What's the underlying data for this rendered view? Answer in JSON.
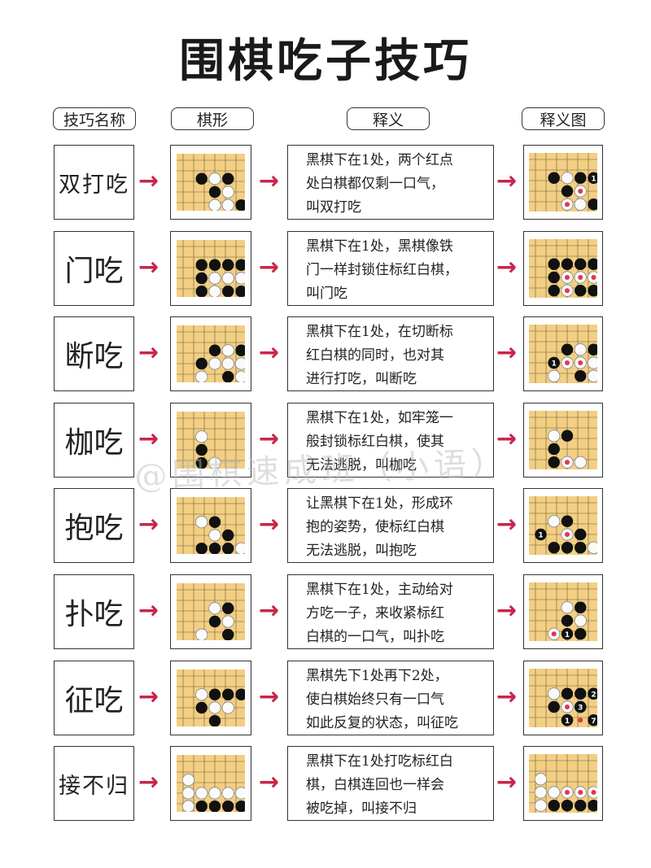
{
  "title": "围棋吃子技巧",
  "headers": {
    "name": "技巧名称",
    "shape": "棋形",
    "meaning": "释义",
    "figure": "释义图"
  },
  "watermark": "@围棋速成班（小语）",
  "colors": {
    "arrow": "#c8264a",
    "board": "#f2cf83",
    "marker": "#e8334a"
  },
  "rows": [
    {
      "name": "双打吃",
      "desc": [
        "黑棋下在1处，两个红点",
        "处白棋都仅剩一口气，",
        "叫双打吃"
      ]
    },
    {
      "name": "门吃",
      "desc": [
        "黑棋下在1处，黑棋像铁",
        "门一样封锁住标红白棋，",
        "叫门吃"
      ]
    },
    {
      "name": "断吃",
      "desc": [
        "黑棋下在1处，在切断标",
        "红白棋的同时，也对其",
        "进行打吃，叫断吃"
      ]
    },
    {
      "name": "枷吃",
      "desc": [
        "黑棋下在1处，如牢笼一",
        "般封锁标红白棋，使其",
        "无法逃脱，叫枷吃"
      ]
    },
    {
      "name": "抱吃",
      "desc": [
        "让黑棋下在1处，形成环",
        "抱的姿势，使标红白棋",
        "无法逃脱，叫抱吃"
      ]
    },
    {
      "name": "扑吃",
      "desc": [
        "黑棋下在1处，主动给对",
        "方吃一子，来收紧标红",
        "白棋的一口气，叫扑吃"
      ]
    },
    {
      "name": "征吃",
      "desc": [
        "黑棋先下1处再下2处，",
        "使白棋始终只有一口气",
        "如此反复的状态，叫征吃"
      ]
    },
    {
      "name": "接不归",
      "desc": [
        "黑棋下在1处打吃标红白",
        "棋，白棋连回也一样会",
        "被吃掉，叫接不归"
      ]
    }
  ],
  "boards": [
    {
      "shape": {
        "b": [
          [
            1,
            1
          ],
          [
            3,
            1
          ],
          [
            4,
            3
          ],
          [
            2,
            2
          ]
        ],
        "w": [
          [
            2,
            1
          ],
          [
            3,
            2
          ],
          [
            5,
            4
          ],
          [
            3,
            3
          ],
          [
            2,
            3
          ]
        ]
      },
      "figure": {
        "b": [
          [
            1,
            1
          ],
          [
            3,
            1
          ],
          [
            4,
            3
          ],
          [
            2,
            2
          ]
        ],
        "w": [
          [
            2,
            1
          ],
          [
            3,
            2
          ],
          [
            5,
            4
          ],
          [
            3,
            3
          ],
          [
            2,
            3
          ]
        ],
        "num": [
          [
            4,
            1,
            "1"
          ]
        ],
        "red": [
          [
            3,
            2
          ],
          [
            2,
            3
          ]
        ]
      }
    },
    {
      "shape": {
        "b": [
          [
            1,
            1
          ],
          [
            2,
            1
          ],
          [
            3,
            1
          ],
          [
            4,
            1
          ],
          [
            5,
            1
          ],
          [
            6,
            1
          ],
          [
            1,
            2
          ],
          [
            1,
            3
          ],
          [
            1,
            4
          ],
          [
            3,
            3
          ],
          [
            4,
            3
          ],
          [
            6,
            2
          ],
          [
            6,
            3
          ]
        ],
        "w": [
          [
            2,
            2
          ],
          [
            3,
            2
          ],
          [
            4,
            2
          ],
          [
            5,
            2
          ],
          [
            2,
            3
          ],
          [
            5,
            3
          ],
          [
            2,
            4
          ],
          [
            4,
            4
          ],
          [
            5,
            4
          ]
        ]
      },
      "figure": {
        "b": [
          [
            1,
            1
          ],
          [
            2,
            1
          ],
          [
            3,
            1
          ],
          [
            4,
            1
          ],
          [
            5,
            1
          ],
          [
            6,
            1
          ],
          [
            1,
            2
          ],
          [
            1,
            3
          ],
          [
            1,
            4
          ],
          [
            3,
            3
          ],
          [
            4,
            3
          ],
          [
            6,
            2
          ],
          [
            6,
            3
          ]
        ],
        "w": [
          [
            2,
            2
          ],
          [
            3,
            2
          ],
          [
            4,
            2
          ],
          [
            5,
            2
          ],
          [
            2,
            3
          ],
          [
            5,
            3
          ],
          [
            2,
            4
          ],
          [
            4,
            4
          ],
          [
            5,
            4
          ]
        ],
        "num": [
          [
            3,
            4,
            "1"
          ]
        ],
        "red": [
          [
            2,
            2
          ],
          [
            3,
            2
          ],
          [
            4,
            2
          ],
          [
            2,
            3
          ]
        ]
      }
    },
    {
      "shape": {
        "b": [
          [
            2,
            1
          ],
          [
            4,
            1
          ],
          [
            5,
            2
          ],
          [
            1,
            2
          ],
          [
            3,
            3
          ],
          [
            2,
            4
          ],
          [
            4,
            4
          ],
          [
            5,
            4
          ]
        ],
        "w": [
          [
            3,
            1
          ],
          [
            2,
            2
          ],
          [
            3,
            2
          ],
          [
            4,
            2
          ],
          [
            1,
            3
          ],
          [
            4,
            3
          ],
          [
            1,
            4
          ],
          [
            3,
            4
          ]
        ]
      },
      "figure": {
        "b": [
          [
            2,
            1
          ],
          [
            4,
            1
          ],
          [
            5,
            2
          ],
          [
            1,
            2
          ],
          [
            3,
            3
          ],
          [
            2,
            4
          ],
          [
            4,
            4
          ],
          [
            5,
            4
          ]
        ],
        "w": [
          [
            3,
            1
          ],
          [
            2,
            2
          ],
          [
            3,
            2
          ],
          [
            4,
            2
          ],
          [
            1,
            3
          ],
          [
            4,
            3
          ],
          [
            1,
            4
          ],
          [
            3,
            4
          ]
        ],
        "num": [
          [
            1,
            2,
            "1"
          ]
        ],
        "red": [
          [
            2,
            2
          ],
          [
            3,
            2
          ]
        ]
      }
    },
    {
      "shape": {
        "b": [
          [
            1,
            2
          ],
          [
            1,
            3
          ],
          [
            2,
            4
          ],
          [
            3,
            4
          ]
        ],
        "w": [
          [
            1,
            1
          ],
          [
            2,
            3
          ],
          [
            5,
            1
          ]
        ]
      },
      "figure": {
        "b": [
          [
            1,
            2
          ],
          [
            1,
            3
          ],
          [
            2,
            4
          ],
          [
            3,
            4
          ],
          [
            2,
            1
          ]
        ],
        "w": [
          [
            1,
            1
          ],
          [
            2,
            3
          ],
          [
            3,
            3
          ],
          [
            5,
            1
          ]
        ],
        "num": [],
        "red": [
          [
            2,
            3
          ]
        ]
      }
    },
    {
      "shape": {
        "b": [
          [
            2,
            1
          ],
          [
            3,
            2
          ],
          [
            2,
            3
          ],
          [
            3,
            3
          ],
          [
            1,
            3
          ],
          [
            2,
            4
          ]
        ],
        "w": [
          [
            1,
            1
          ],
          [
            2,
            2
          ],
          [
            4,
            3
          ],
          [
            4,
            4
          ]
        ]
      },
      "figure": {
        "b": [
          [
            2,
            1
          ],
          [
            3,
            2
          ],
          [
            2,
            3
          ],
          [
            3,
            3
          ],
          [
            1,
            3
          ],
          [
            2,
            4
          ]
        ],
        "w": [
          [
            1,
            1
          ],
          [
            2,
            2
          ],
          [
            4,
            3
          ],
          [
            4,
            4
          ],
          [
            5,
            5
          ]
        ],
        "num": [
          [
            0,
            2,
            "1"
          ]
        ],
        "red": [
          [
            2,
            2
          ]
        ]
      }
    },
    {
      "shape": {
        "b": [
          [
            3,
            1
          ],
          [
            2,
            2
          ],
          [
            3,
            3
          ],
          [
            3,
            4
          ]
        ],
        "w": [
          [
            2,
            1
          ],
          [
            3,
            2
          ],
          [
            1,
            3
          ],
          [
            2,
            4
          ],
          [
            1,
            4
          ]
        ]
      },
      "figure": {
        "b": [
          [
            3,
            1
          ],
          [
            2,
            2
          ],
          [
            3,
            3
          ],
          [
            3,
            4
          ]
        ],
        "w": [
          [
            2,
            1
          ],
          [
            3,
            2
          ],
          [
            1,
            3
          ],
          [
            2,
            4
          ],
          [
            1,
            4
          ]
        ],
        "num": [
          [
            2,
            3,
            "1"
          ]
        ],
        "red": [
          [
            1,
            3
          ],
          [
            2,
            4
          ]
        ]
      }
    },
    {
      "shape": {
        "b": [
          [
            2,
            1
          ],
          [
            3,
            1
          ],
          [
            4,
            1
          ],
          [
            1,
            2
          ],
          [
            2,
            3
          ]
        ],
        "w": [
          [
            1,
            1
          ],
          [
            2,
            2
          ],
          [
            3,
            2
          ]
        ]
      },
      "figure": {
        "b": [
          [
            2,
            1
          ],
          [
            3,
            1
          ],
          [
            4,
            1
          ],
          [
            1,
            2
          ],
          [
            2,
            3
          ]
        ],
        "w": [
          [
            1,
            1
          ],
          [
            2,
            2
          ],
          [
            3,
            2
          ]
        ],
        "num": [
          [
            3,
            2,
            "3"
          ],
          [
            4,
            3,
            "7"
          ],
          [
            2,
            3,
            "1"
          ],
          [
            4,
            1,
            "2"
          ],
          [
            3,
            4,
            "5"
          ]
        ],
        "red": [
          [
            2,
            2
          ],
          [
            3,
            3
          ]
        ]
      }
    },
    {
      "shape": {
        "b": [
          [
            1,
            3
          ],
          [
            2,
            3
          ],
          [
            3,
            3
          ],
          [
            4,
            3
          ],
          [
            5,
            3
          ],
          [
            6,
            3
          ],
          [
            1,
            4
          ],
          [
            6,
            2
          ]
        ],
        "w": [
          [
            0,
            1
          ],
          [
            0,
            2
          ],
          [
            1,
            2
          ],
          [
            2,
            2
          ],
          [
            3,
            2
          ],
          [
            4,
            2
          ],
          [
            5,
            2
          ],
          [
            0,
            3
          ],
          [
            0,
            4
          ]
        ]
      },
      "figure": {
        "b": [
          [
            1,
            3
          ],
          [
            2,
            3
          ],
          [
            3,
            3
          ],
          [
            4,
            3
          ],
          [
            5,
            3
          ],
          [
            6,
            3
          ],
          [
            1,
            4
          ],
          [
            6,
            2
          ]
        ],
        "w": [
          [
            0,
            1
          ],
          [
            0,
            2
          ],
          [
            1,
            2
          ],
          [
            2,
            2
          ],
          [
            3,
            2
          ],
          [
            4,
            2
          ],
          [
            5,
            2
          ],
          [
            0,
            3
          ],
          [
            0,
            4
          ]
        ],
        "num": [
          [
            4,
            4,
            "1"
          ]
        ],
        "red": [
          [
            2,
            2
          ],
          [
            3,
            2
          ],
          [
            4,
            2
          ]
        ]
      }
    }
  ]
}
